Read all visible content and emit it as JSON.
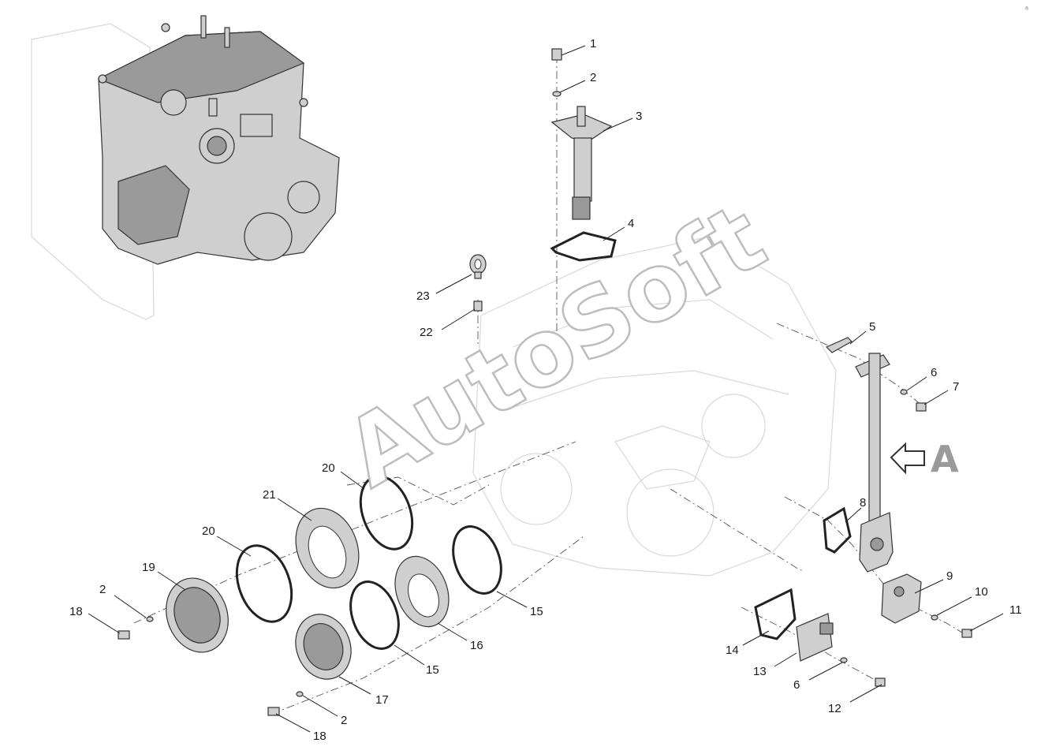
{
  "watermark": "AutoSoft",
  "view_label": "A",
  "corner_mark": "a",
  "callouts": [
    {
      "id": "c1",
      "text": "1"
    },
    {
      "id": "c2a",
      "text": "2"
    },
    {
      "id": "c3",
      "text": "3"
    },
    {
      "id": "c4",
      "text": "4"
    },
    {
      "id": "c5",
      "text": "5"
    },
    {
      "id": "c6a",
      "text": "6"
    },
    {
      "id": "c7",
      "text": "7"
    },
    {
      "id": "c8",
      "text": "8"
    },
    {
      "id": "c9",
      "text": "9"
    },
    {
      "id": "c10",
      "text": "10"
    },
    {
      "id": "c11",
      "text": "11"
    },
    {
      "id": "c12",
      "text": "12"
    },
    {
      "id": "c6b",
      "text": "6"
    },
    {
      "id": "c13",
      "text": "13"
    },
    {
      "id": "c14",
      "text": "14"
    },
    {
      "id": "c15a",
      "text": "15"
    },
    {
      "id": "c15b",
      "text": "15"
    },
    {
      "id": "c16",
      "text": "16"
    },
    {
      "id": "c17",
      "text": "17"
    },
    {
      "id": "c2b",
      "text": "2"
    },
    {
      "id": "c18a",
      "text": "18"
    },
    {
      "id": "c18b",
      "text": "18"
    },
    {
      "id": "c2c",
      "text": "2"
    },
    {
      "id": "c19",
      "text": "19"
    },
    {
      "id": "c20a",
      "text": "20"
    },
    {
      "id": "c20b",
      "text": "20"
    },
    {
      "id": "c21",
      "text": "21"
    },
    {
      "id": "c22",
      "text": "22"
    },
    {
      "id": "c23",
      "text": "23"
    }
  ]
}
